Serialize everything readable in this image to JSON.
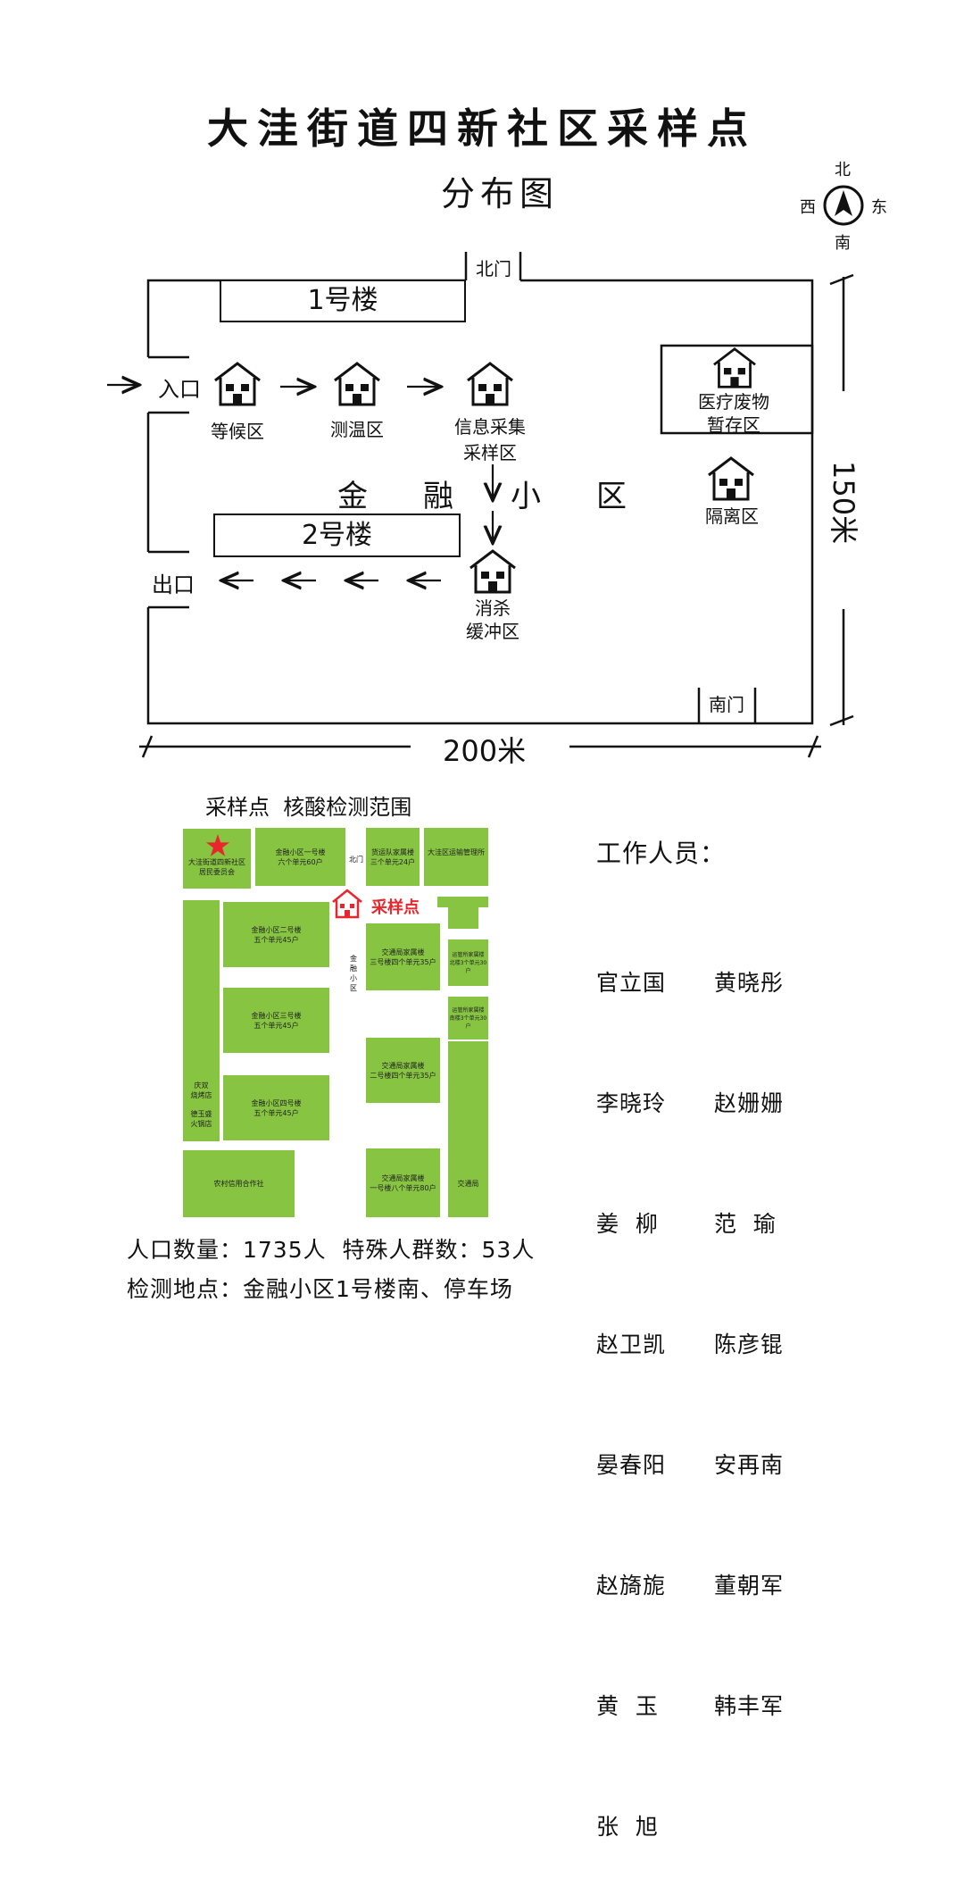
{
  "header": {
    "title": "大洼街道四新社区采样点",
    "subtitle": "分布图"
  },
  "compass": {
    "north": "北",
    "south": "南",
    "west": "西",
    "east": "东"
  },
  "plan": {
    "north_gate": "北门",
    "south_gate": "南门",
    "building1": "1号楼",
    "building2": "2号楼",
    "entrance": "入口",
    "exit": "出口",
    "community": [
      "金",
      "融",
      "小",
      "区"
    ],
    "waiting": "等候区",
    "temperature": "测温区",
    "info_line1": "信息采集",
    "info_line2": "采样区",
    "disinfect_line1": "消杀",
    "disinfect_line2": "缓冲区",
    "medical_line1": "医疗废物",
    "medical_line2": "暂存区",
    "isolation": "隔离区",
    "width_label": "200米",
    "height_label": "150米"
  },
  "map": {
    "title": "采样点  核酸检测范围",
    "sampling_label": "采样点",
    "blocks": {
      "committee_l1": "大洼街道四新社区",
      "committee_l2": "居民委员会",
      "b1_l1": "金融小区一号楼",
      "b1_l2": "六个单元60户",
      "north_gate": "北门",
      "cargo_l1": "货运队家属楼",
      "cargo_l2": "三个单元24户",
      "transport_mgmt": "大洼区运输管理所",
      "b2_l1": "金融小区二号楼",
      "b2_l2": "五个单元45户",
      "traffic3_l1": "交通局家属楼",
      "traffic3_l2": "三号楼四个单元35户",
      "yunguan1_l1": "运管所家属楼",
      "yunguan1_l2": "北楼3个单元30户",
      "road_label": [
        "金",
        "融",
        "小",
        "区"
      ],
      "b3_l1": "金融小区三号楼",
      "b3_l2": "五个单元45户",
      "yunguan2_l1": "运管所家属楼",
      "yunguan2_l2": "南楼3个单元30户",
      "shop1_l1": "庆双",
      "shop1_l2": "烧烤店",
      "shop2_l1": "德玉盛",
      "shop2_l2": "火锅店",
      "traffic2_l1": "交通局家属楼",
      "traffic2_l2": "二号楼四个单元35户",
      "b4_l1": "金融小区四号楼",
      "b4_l2": "五个单元45户",
      "credit": "农村信用合作社",
      "traffic1_l1": "交通局家属楼",
      "traffic1_l2": "一号楼八个单元80户",
      "traffic_bureau": "交通局"
    }
  },
  "staff": {
    "title": "工作人员：",
    "left": [
      "官立国",
      "李晓玲",
      "姜  柳",
      "赵卫凯",
      "晏春阳",
      "赵旖旎",
      "黄  玉",
      "张  旭"
    ],
    "right": [
      "黄晓彤",
      "赵姗姗",
      "范  瑜",
      "陈彦锟",
      "安再南",
      "董朝军",
      "韩丰军"
    ]
  },
  "footer": {
    "line1": "人口数量：1735人  特殊人群数：53人",
    "line2": "检测地点：金融小区1号楼南、停车场"
  },
  "colors": {
    "green": "#86c441",
    "red": "#e8262b",
    "line": "#111111"
  }
}
